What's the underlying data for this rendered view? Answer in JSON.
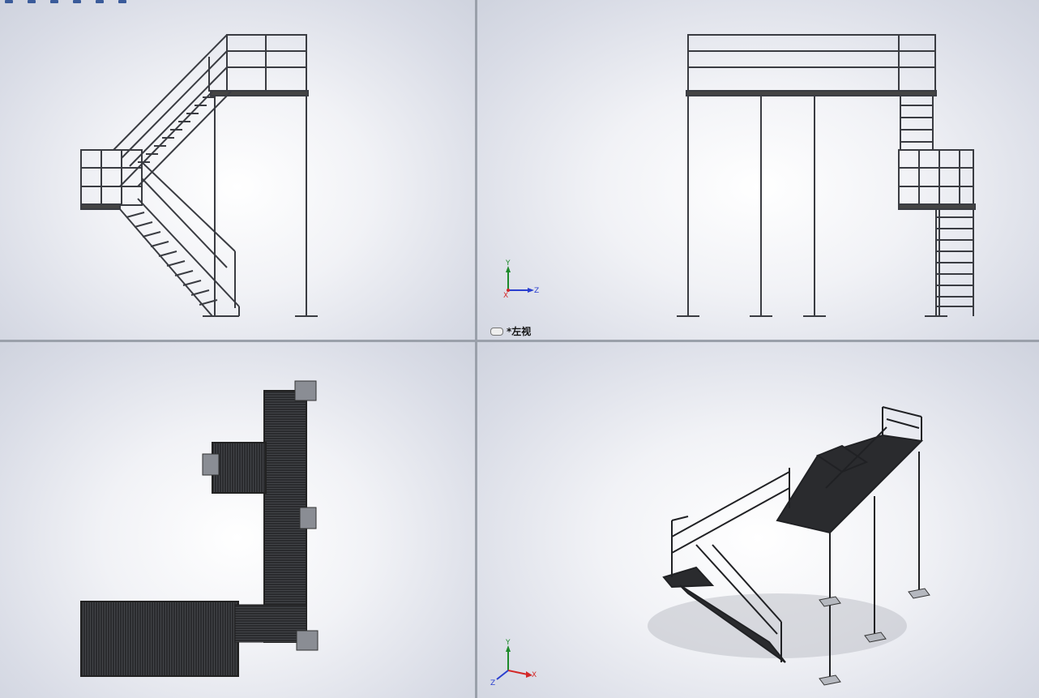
{
  "viewports": {
    "top_right": {
      "view_label": "*左视"
    }
  },
  "triads": {
    "top_right": {
      "up": "Y",
      "right": "Z",
      "origin": "X"
    },
    "bottom_right": {
      "up": "Y",
      "right": "X",
      "down_left": "Z"
    }
  },
  "colors": {
    "frame": "#3a3c42",
    "steel": "#202124",
    "y_axis": "#1d8a2a",
    "z_axis": "#2a3fcf",
    "x_axis": "#d32828"
  }
}
